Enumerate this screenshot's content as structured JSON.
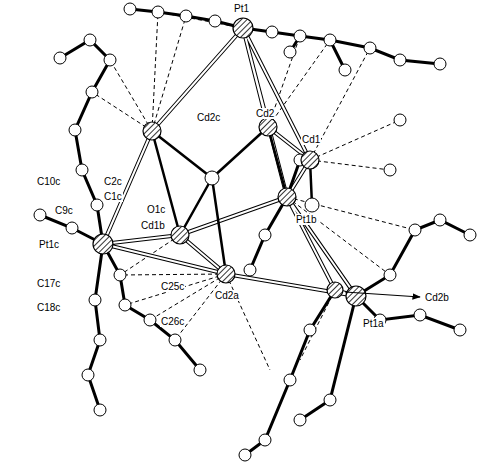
{
  "diagram": {
    "labels": [
      "Pt1",
      "Cd2",
      "Cd1",
      "Cd2c",
      "C2c",
      "C10c",
      "C1c",
      "O1c",
      "C9c",
      "Cd1b",
      "Pt1b",
      "Pt1c",
      "Cd2b",
      "C17c",
      "C25c",
      "C18c",
      "Cd2a",
      "C26c",
      "Pt1a"
    ]
  }
}
